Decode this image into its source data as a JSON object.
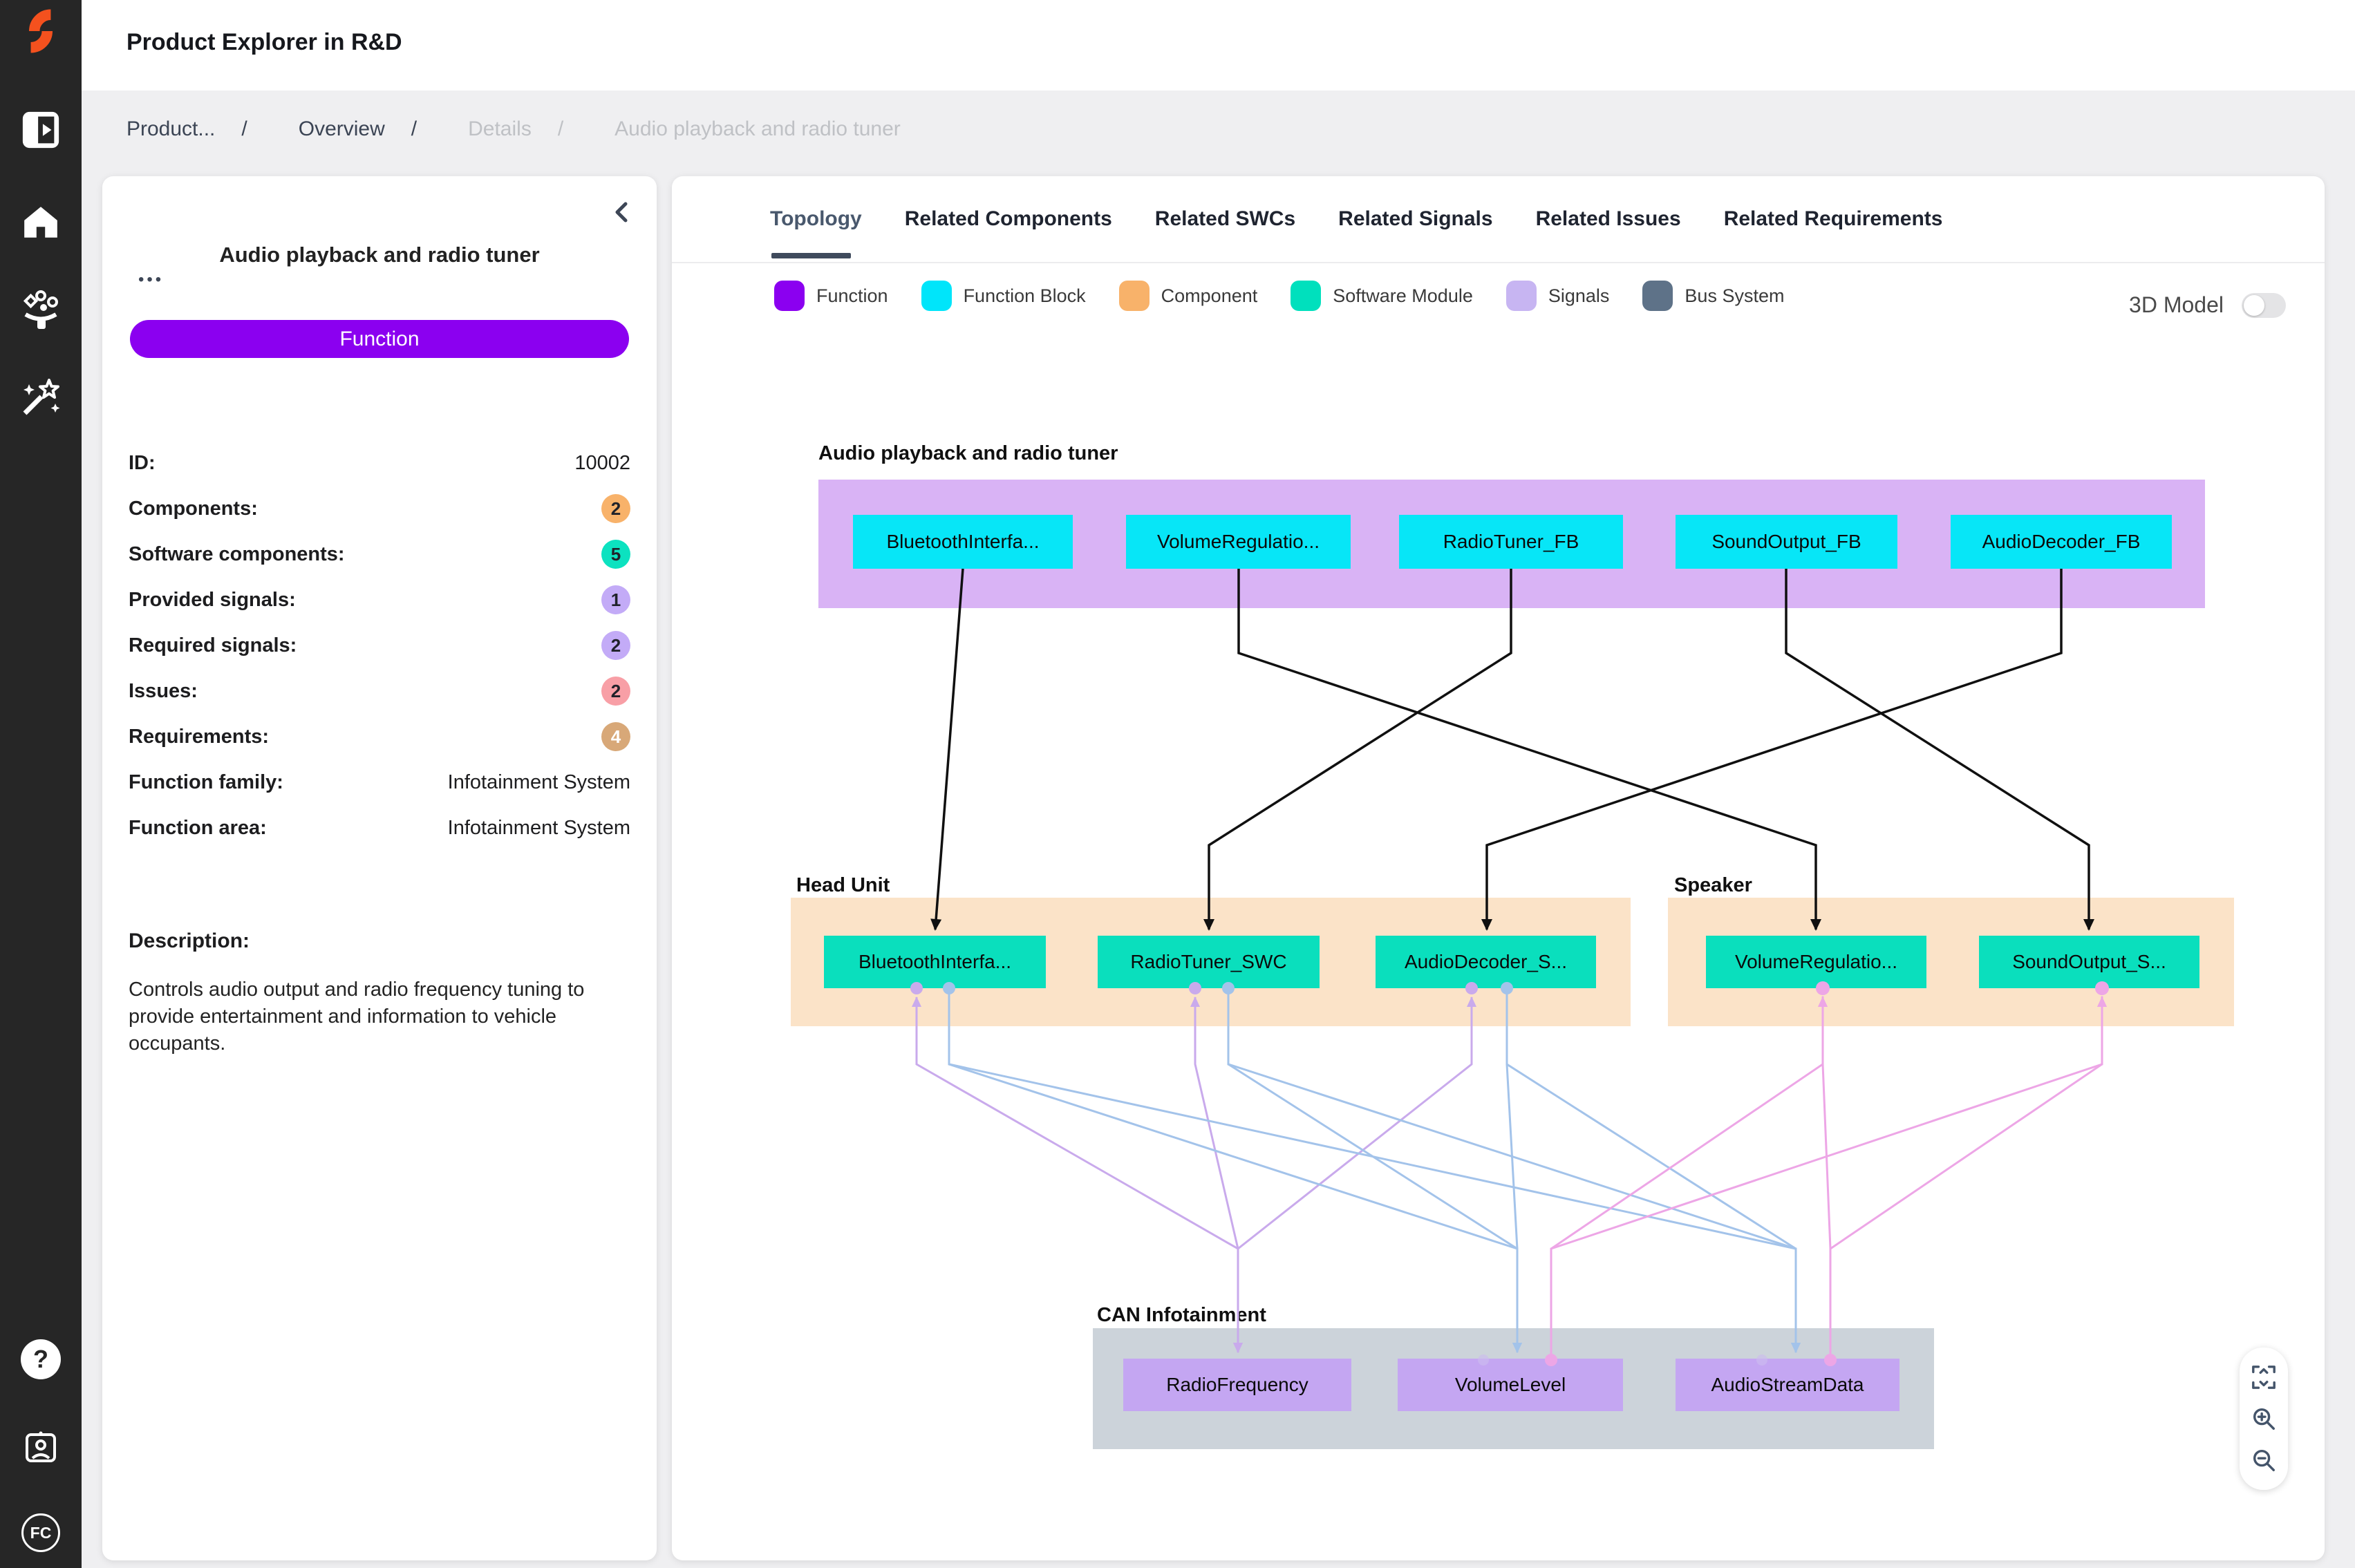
{
  "app": {
    "title": "Product Explorer in R&D"
  },
  "sidebar": {
    "help_glyph": "?",
    "avatar_initials": "FC"
  },
  "breadcrumb": {
    "items": [
      {
        "label": "Product...",
        "sep": "/"
      },
      {
        "label": "Overview",
        "sep": "/"
      },
      {
        "label": "Details",
        "sep": "/"
      },
      {
        "label": "Audio playback and radio tuner",
        "sep": ""
      }
    ]
  },
  "panel": {
    "title": "Audio playback and radio tuner",
    "menu_glyph": "•••",
    "type_badge": {
      "label": "Function",
      "color": "#8b00f0"
    },
    "rows": [
      {
        "label": "ID:",
        "value": "10002",
        "badge": ""
      },
      {
        "label": "Components:",
        "value": "",
        "badge": "2",
        "badge_color": "#f8b26a"
      },
      {
        "label": "Software components:",
        "value": "",
        "badge": "5",
        "badge_color": "#0ce2c0"
      },
      {
        "label": "Provided signals:",
        "value": "",
        "badge": "1",
        "badge_color": "#c3abf7"
      },
      {
        "label": "Required signals:",
        "value": "",
        "badge": "2",
        "badge_color": "#c3abf7"
      },
      {
        "label": "Issues:",
        "value": "",
        "badge": "2",
        "badge_color": "#f89fa6"
      },
      {
        "label": "Requirements:",
        "value": "",
        "badge": "4",
        "badge_color": "#d8a878"
      },
      {
        "label": "Function family:",
        "value": "Infotainment System",
        "badge": ""
      },
      {
        "label": "Function area:",
        "value": "Infotainment System",
        "badge": ""
      }
    ],
    "description_label": "Description:",
    "description": "Controls audio output and radio frequency tuning to provide entertainment and information to vehicle occupants."
  },
  "tabs": [
    {
      "label": "Topology",
      "active": true
    },
    {
      "label": "Related Components",
      "active": false
    },
    {
      "label": "Related SWCs",
      "active": false
    },
    {
      "label": "Related Signals",
      "active": false
    },
    {
      "label": "Related Issues",
      "active": false
    },
    {
      "label": "Related Requirements",
      "active": false
    }
  ],
  "legend": [
    {
      "label": "Function",
      "color": "#8b00f0"
    },
    {
      "label": "Function Block",
      "color": "#00e5fa"
    },
    {
      "label": "Component",
      "color": "#f8b26a"
    },
    {
      "label": "Software Module",
      "color": "#00e0bd"
    },
    {
      "label": "Signals",
      "color": "#c7b5f2"
    },
    {
      "label": "Bus System",
      "color": "#5e7288"
    }
  ],
  "toggle_3d": {
    "label": "3D Model",
    "on": false
  },
  "topology": {
    "groups": [
      {
        "name": "Audio playback and radio tuner",
        "type": "function"
      },
      {
        "name": "Head Unit",
        "type": "component"
      },
      {
        "name": "Speaker",
        "type": "component"
      },
      {
        "name": "CAN Infotainment",
        "type": "bus"
      }
    ],
    "function_blocks": [
      "BluetoothInterfa...",
      "VolumeRegulatio...",
      "RadioTuner_FB",
      "SoundOutput_FB",
      "AudioDecoder_FB"
    ],
    "head_unit_modules": [
      "BluetoothInterfa...",
      "RadioTuner_SWC",
      "AudioDecoder_S..."
    ],
    "speaker_modules": [
      "VolumeRegulatio...",
      "SoundOutput_S..."
    ],
    "bus_signals": [
      "RadioFrequency",
      "VolumeLevel",
      "AudioStreamData"
    ],
    "edge_colors": {
      "mapping": "#101010",
      "provided_lavender": "#c9aaec",
      "required_blue": "#a3c3ea",
      "required_pink": "#eda6e6"
    }
  },
  "colors": {
    "sidebar_bg": "#262626",
    "logo_orange": "#f4511e",
    "page_bg": "#efeff1",
    "function_container": "#d9b3f5",
    "component_container": "#fbe3c8",
    "bus_container": "#ccd3da",
    "function_block_node": "#07e6f7",
    "software_module_node": "#0adfbd",
    "signal_node": "#c4a6f2",
    "breadcrumb_active": "#3b4454",
    "breadcrumb_muted": "#bfc1c5",
    "tab_underline": "#3f4a5c"
  }
}
